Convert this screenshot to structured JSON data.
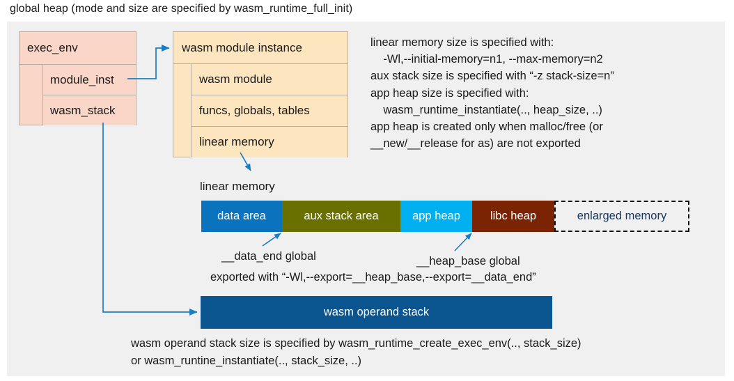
{
  "title": "global heap (mode and size are specified by wasm_runtime_full_init)",
  "colors": {
    "panel_bg": "#f0f0f0",
    "exec_env_fill": "#fad6c9",
    "module_instance_fill": "#fce5bf",
    "box_border": "#b5b0a8",
    "connector": "#1a7dc4",
    "data_area": "#0b72bd",
    "aux_stack_area": "#6a7000",
    "app_heap": "#00b0f0",
    "libc_heap": "#7b2404",
    "enlarged_memory_text": "#17365d",
    "operand_stack": "#0a5490",
    "text": "#1a1a1a"
  },
  "exec_env": {
    "header": "exec_env",
    "rows": [
      {
        "label": "module_inst"
      },
      {
        "label": "wasm_stack"
      }
    ]
  },
  "module_instance": {
    "header": "wasm module instance",
    "rows": [
      {
        "label": "wasm module"
      },
      {
        "label": "funcs, globals, tables"
      },
      {
        "label": "linear memory"
      }
    ]
  },
  "notes": {
    "lines": [
      "linear memory size is specified with:",
      "    -Wl,--initial-memory=n1, --max-memory=n2",
      "aux stack size is specified with “-z stack-size=n”",
      "app heap size is specified with:",
      "    wasm_runtime_instantiate(.., heap_size, ..)",
      "app heap is created only when malloc/free (or",
      "__new/__release for as) are not exported"
    ],
    "text": "linear memory size is specified with:\n    -Wl,--initial-memory=n1, --max-memory=n2\naux stack size is specified with “-z stack-size=n”\napp heap size is specified with:\n    wasm_runtime_instantiate(.., heap_size, ..)\napp heap is created only when malloc/free (or\n__new/__release for as) are not exported"
  },
  "linear_memory": {
    "label": "linear memory",
    "segments": [
      {
        "label": "data area",
        "width": 116,
        "fill": "#0b72bd",
        "text_color": "#ffffff",
        "dashed": false
      },
      {
        "label": "aux stack area",
        "width": 170,
        "fill": "#6a7000",
        "text_color": "#ffffff",
        "dashed": false
      },
      {
        "label": "app heap",
        "width": 103,
        "fill": "#00b0f0",
        "text_color": "#ffffff",
        "dashed": false
      },
      {
        "label": "libc heap",
        "width": 118,
        "fill": "#7b2404",
        "text_color": "#ffffff",
        "dashed": false
      },
      {
        "label": "enlarged memory",
        "width": 194,
        "fill": "transparent",
        "text_color": "#17365d",
        "dashed": true
      }
    ]
  },
  "annotations": {
    "data_end": "__data_end global",
    "heap_base": "__heap_base global",
    "exported_with": "exported with “-Wl,--export=__heap_base,--export=__data_end”"
  },
  "operand_stack": {
    "label": "wasm operand stack",
    "note": "wasm operand stack size is specified by wasm_runtime_create_exec_env(.., stack_size)\nor wasm_runtine_instantiate(.., stack_size, ..)"
  }
}
